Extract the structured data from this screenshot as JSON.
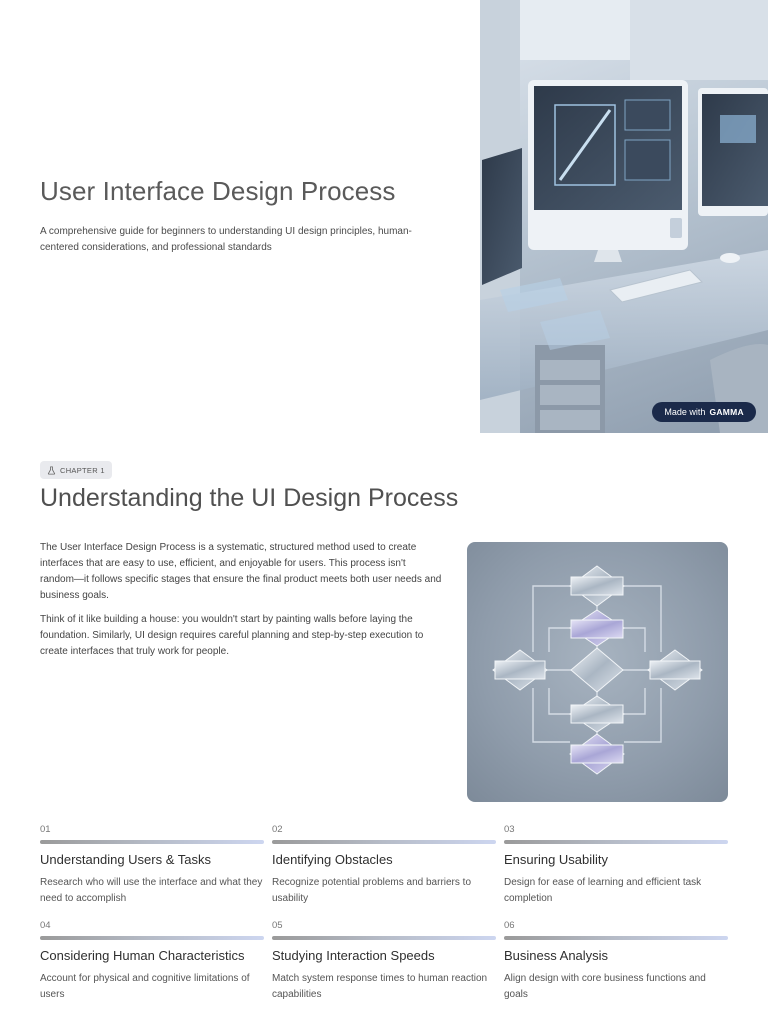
{
  "hero": {
    "title": "User Interface Design Process",
    "subtitle": "A comprehensive guide for beginners to understanding UI design principles, human-centered considerations, and professional standards",
    "badge_prefix": "Made with",
    "badge_brand": "GAMMA"
  },
  "chapter": {
    "badge": "CHAPTER 1",
    "title": "Understanding the UI Design Process",
    "paragraphs": [
      "The User Interface Design Process is a systematic, structured method used to create interfaces that are easy to use, efficient, and enjoyable for users. This process isn't random—it follows specific stages that ensure the final product meets both user needs and business goals.",
      "Think of it like building a house: you wouldn't start by painting walls before laying the foundation. Similarly, UI design requires careful planning and step-by-step execution to create interfaces that truly work for people."
    ]
  },
  "steps": [
    {
      "num": "01",
      "title": "Understanding Users & Tasks",
      "desc": "Research who will use the interface and what they need to accomplish"
    },
    {
      "num": "02",
      "title": "Identifying Obstacles",
      "desc": "Recognize potential problems and barriers to usability"
    },
    {
      "num": "03",
      "title": "Ensuring Usability",
      "desc": "Design for ease of learning and efficient task completion"
    },
    {
      "num": "04",
      "title": "Considering Human Characteristics",
      "desc": "Account for physical and cognitive limitations of users"
    },
    {
      "num": "05",
      "title": "Studying Interaction Speeds",
      "desc": "Match system response times to human reaction capabilities"
    },
    {
      "num": "06",
      "title": "Business Analysis",
      "desc": "Align design with core business functions and goals"
    }
  ],
  "colors": {
    "brand_badge": "#1b2a4a",
    "accent_bar_end": "#cdd6f0"
  }
}
